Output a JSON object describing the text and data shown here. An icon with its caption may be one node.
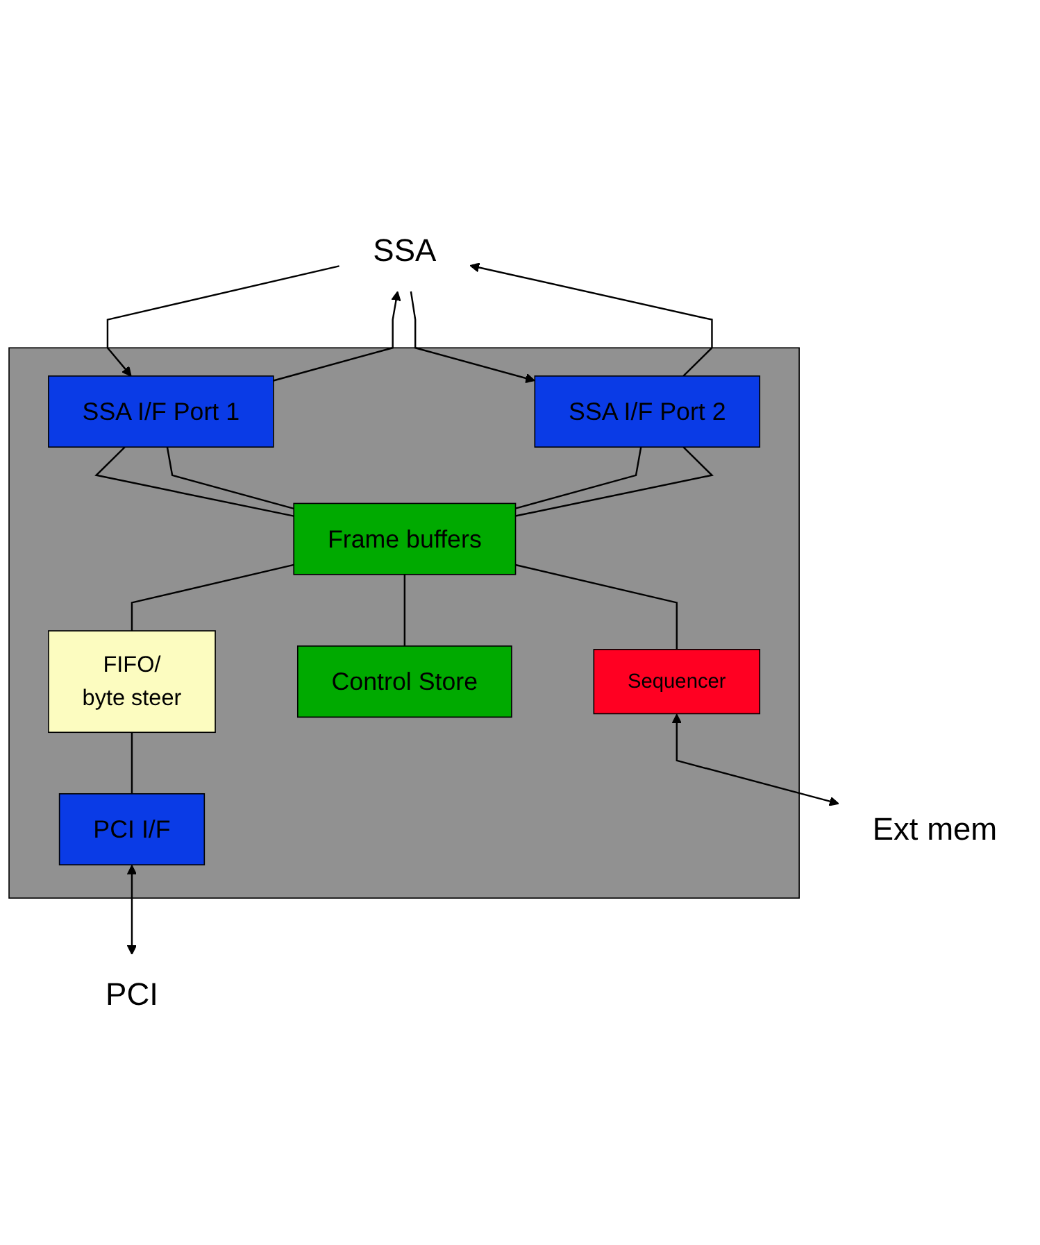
{
  "diagram": {
    "nodes": [
      {
        "text": [
          "SSA"
        ]
      },
      {
        "text": [],
        "shape": "box"
      },
      {
        "text": [
          "SSA I/F Port 1"
        ],
        "in": 1
      },
      {
        "text": [
          "SSA I/F Port 2"
        ],
        "in": 1
      },
      {
        "text": [
          "Frame buffers"
        ],
        "in": 1
      },
      {
        "text": [
          "FIFO/",
          "byte steer"
        ],
        "in": 1
      },
      {
        "text": [
          "Control Store"
        ],
        "in": 1
      },
      {
        "text": [
          "PCI I/F"
        ],
        "in": 1
      },
      {
        "text": [
          "Sequencer"
        ],
        "in": 1
      },
      {
        "text": [
          "PCI"
        ]
      },
      {
        "text": [
          "Ext mem"
        ]
      }
    ],
    "edges": [
      {
        "from": 2,
        "to": 0,
        "arrow": "to"
      },
      {
        "from": 0,
        "to": 2,
        "arrow": "to"
      },
      {
        "from": 3,
        "to": 0,
        "arrow": "to"
      },
      {
        "from": 0,
        "to": 3,
        "arrow": "to"
      },
      {
        "from": 2,
        "to": 4,
        "arrow": "none"
      },
      {
        "from": 2,
        "to": 4,
        "arrow": "none"
      },
      {
        "from": 3,
        "to": 4,
        "arrow": "none"
      },
      {
        "from": 3,
        "to": 4,
        "arrow": "none"
      },
      {
        "from": 4,
        "to": 5,
        "arrow": "none"
      },
      {
        "from": 4,
        "to": 6,
        "arrow": "none"
      },
      {
        "from": 4,
        "to": 8,
        "arrow": "none"
      },
      {
        "from": 5,
        "to": 7,
        "arrow": "none"
      },
      {
        "from": 7,
        "to": 9,
        "arrow": "both"
      },
      {
        "from": 8,
        "to": 10,
        "arrow": "both"
      }
    ]
  }
}
